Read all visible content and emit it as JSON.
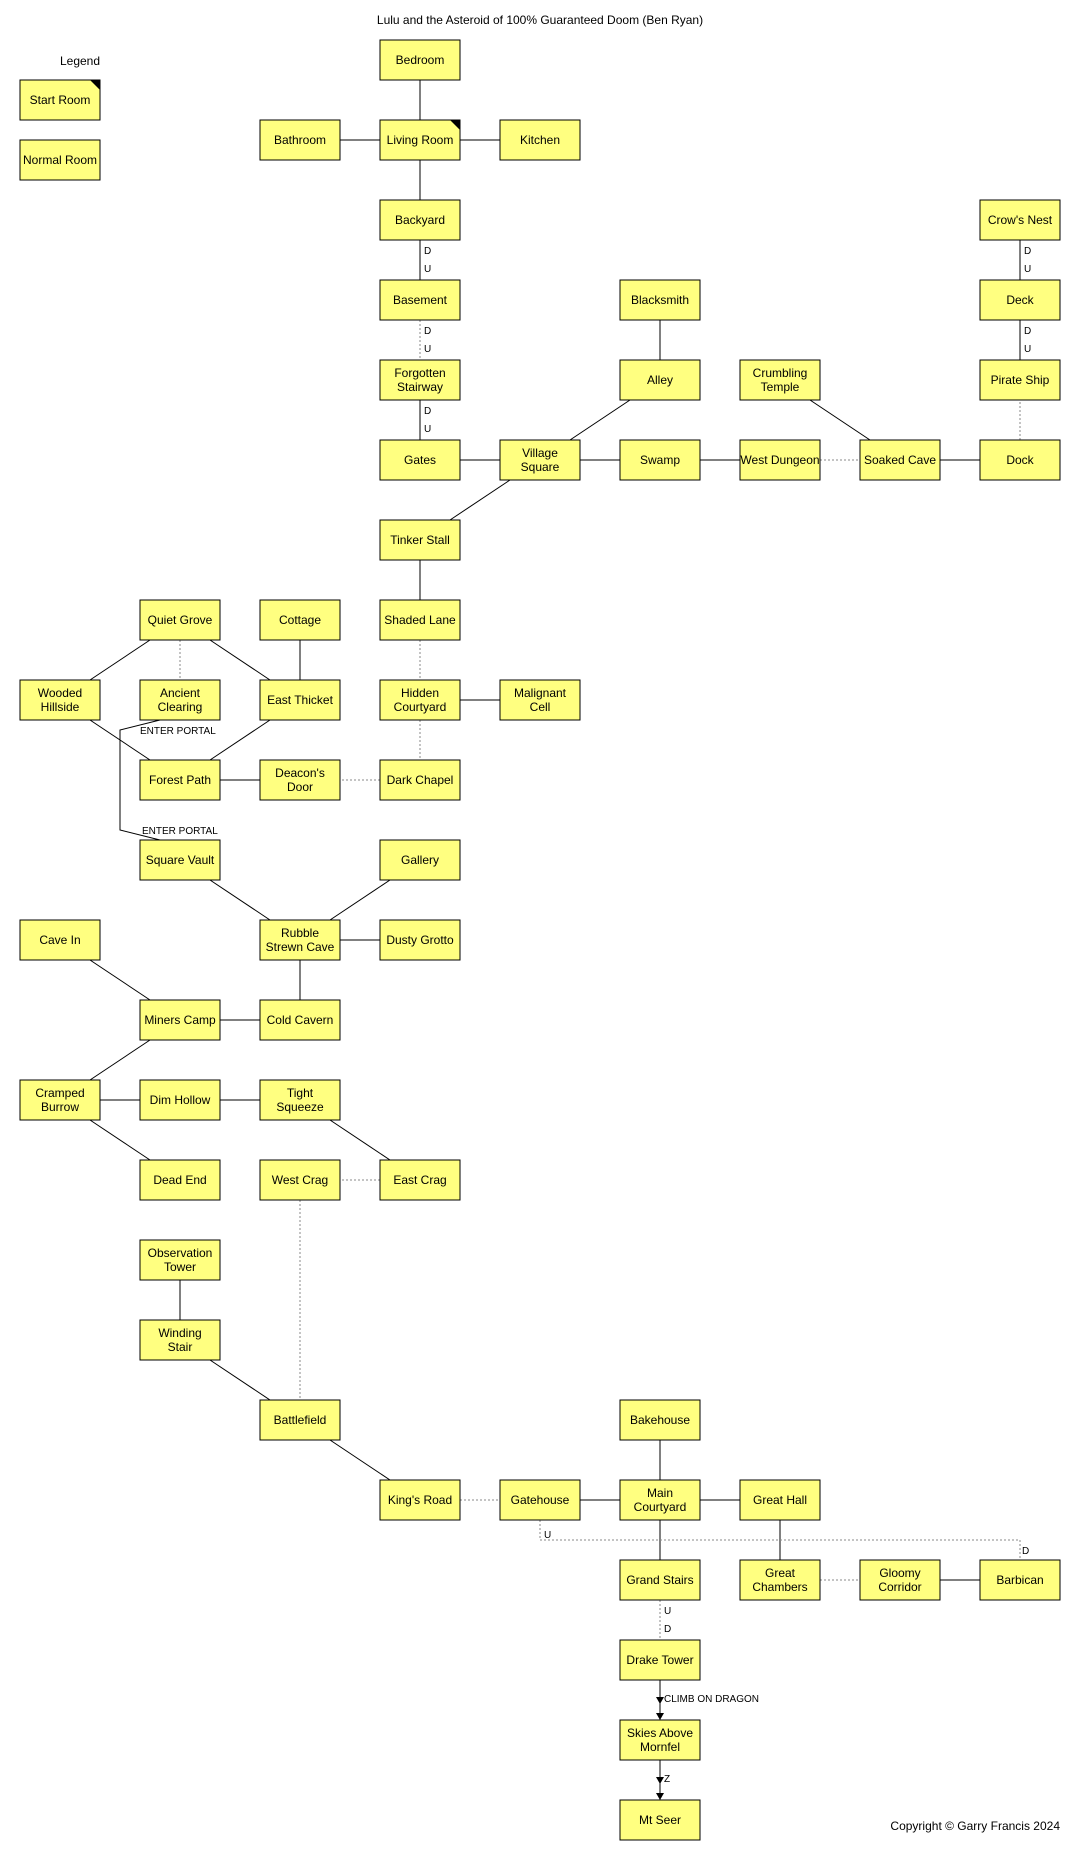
{
  "title": "Lulu and the Asteroid of 100% Guaranteed Doom (Ben Ryan)",
  "copyright": "Copyright © Garry Francis 2024",
  "legend": {
    "heading": "Legend",
    "items": [
      {
        "id": "legend-start",
        "label": "Start Room",
        "start": true
      },
      {
        "id": "legend-normal",
        "label": "Normal Room",
        "start": false
      }
    ]
  },
  "colors": {
    "room_fill": "#ffff80",
    "room_border": "#000000",
    "dotted_line": "#888888"
  },
  "rooms": [
    {
      "id": "bedroom",
      "name": "Bedroom"
    },
    {
      "id": "bathroom",
      "name": "Bathroom"
    },
    {
      "id": "living-room",
      "name": "Living Room",
      "start": true
    },
    {
      "id": "kitchen",
      "name": "Kitchen"
    },
    {
      "id": "backyard",
      "name": "Backyard"
    },
    {
      "id": "basement",
      "name": "Basement"
    },
    {
      "id": "forgotten-stairway",
      "name": "Forgotten Stairway"
    },
    {
      "id": "gates",
      "name": "Gates"
    },
    {
      "id": "village-square",
      "name": "Village Square"
    },
    {
      "id": "blacksmith",
      "name": "Blacksmith"
    },
    {
      "id": "alley",
      "name": "Alley"
    },
    {
      "id": "swamp",
      "name": "Swamp"
    },
    {
      "id": "crumbling-temple",
      "name": "Crumbling Temple"
    },
    {
      "id": "west-dungeon",
      "name": "West Dungeon"
    },
    {
      "id": "soaked-cave",
      "name": "Soaked Cave"
    },
    {
      "id": "crows-nest",
      "name": "Crow's Nest"
    },
    {
      "id": "deck",
      "name": "Deck"
    },
    {
      "id": "pirate-ship",
      "name": "Pirate Ship"
    },
    {
      "id": "dock",
      "name": "Dock"
    },
    {
      "id": "tinker-stall",
      "name": "Tinker Stall"
    },
    {
      "id": "shaded-lane",
      "name": "Shaded Lane"
    },
    {
      "id": "hidden-courtyard",
      "name": "Hidden Courtyard"
    },
    {
      "id": "malignant-cell",
      "name": "Malignant Cell"
    },
    {
      "id": "dark-chapel",
      "name": "Dark Chapel"
    },
    {
      "id": "quiet-grove",
      "name": "Quiet Grove"
    },
    {
      "id": "cottage",
      "name": "Cottage"
    },
    {
      "id": "wooded-hillside",
      "name": "Wooded Hillside"
    },
    {
      "id": "ancient-clearing",
      "name": "Ancient Clearing"
    },
    {
      "id": "east-thicket",
      "name": "East Thicket"
    },
    {
      "id": "forest-path",
      "name": "Forest Path"
    },
    {
      "id": "deacons-door",
      "name": "Deacon's Door"
    },
    {
      "id": "square-vault",
      "name": "Square Vault"
    },
    {
      "id": "gallery",
      "name": "Gallery"
    },
    {
      "id": "rubble-strewn-cave",
      "name": "Rubble Strewn Cave"
    },
    {
      "id": "dusty-grotto",
      "name": "Dusty Grotto"
    },
    {
      "id": "cave-in",
      "name": "Cave In"
    },
    {
      "id": "miners-camp",
      "name": "Miners Camp"
    },
    {
      "id": "cold-cavern",
      "name": "Cold Cavern"
    },
    {
      "id": "cramped-burrow",
      "name": "Cramped Burrow"
    },
    {
      "id": "dim-hollow",
      "name": "Dim Hollow"
    },
    {
      "id": "tight-squeeze",
      "name": "Tight Squeeze"
    },
    {
      "id": "dead-end",
      "name": "Dead End"
    },
    {
      "id": "west-crag",
      "name": "West Crag"
    },
    {
      "id": "east-crag",
      "name": "East Crag"
    },
    {
      "id": "observation-tower",
      "name": "Observation Tower"
    },
    {
      "id": "winding-stair",
      "name": "Winding Stair"
    },
    {
      "id": "battlefield",
      "name": "Battlefield"
    },
    {
      "id": "kings-road",
      "name": "King's Road"
    },
    {
      "id": "gatehouse",
      "name": "Gatehouse"
    },
    {
      "id": "bakehouse",
      "name": "Bakehouse"
    },
    {
      "id": "main-courtyard",
      "name": "Main Courtyard"
    },
    {
      "id": "great-hall",
      "name": "Great Hall"
    },
    {
      "id": "grand-stairs",
      "name": "Grand Stairs"
    },
    {
      "id": "great-chambers",
      "name": "Great Chambers"
    },
    {
      "id": "gloomy-corridor",
      "name": "Gloomy Corridor"
    },
    {
      "id": "barbican",
      "name": "Barbican"
    },
    {
      "id": "drake-tower",
      "name": "Drake Tower"
    },
    {
      "id": "skies-above-mornfel",
      "name": "Skies Above Mornfel"
    },
    {
      "id": "mt-seer",
      "name": "Mt Seer"
    }
  ],
  "connections": [
    {
      "from": "bedroom",
      "to": "living-room",
      "style": "solid"
    },
    {
      "from": "bathroom",
      "to": "living-room",
      "style": "solid"
    },
    {
      "from": "living-room",
      "to": "kitchen",
      "style": "solid"
    },
    {
      "from": "living-room",
      "to": "backyard",
      "style": "solid"
    },
    {
      "from": "backyard",
      "to": "basement",
      "style": "solid",
      "from_label": "D",
      "to_label": "U"
    },
    {
      "from": "basement",
      "to": "forgotten-stairway",
      "style": "dotted",
      "from_label": "D",
      "to_label": "U"
    },
    {
      "from": "forgotten-stairway",
      "to": "gates",
      "style": "solid",
      "from_label": "D",
      "to_label": "U"
    },
    {
      "from": "gates",
      "to": "village-square",
      "style": "solid"
    },
    {
      "from": "village-square",
      "to": "alley",
      "style": "solid"
    },
    {
      "from": "alley",
      "to": "blacksmith",
      "style": "solid"
    },
    {
      "from": "village-square",
      "to": "swamp",
      "style": "solid"
    },
    {
      "from": "swamp",
      "to": "west-dungeon",
      "style": "solid"
    },
    {
      "from": "west-dungeon",
      "to": "soaked-cave",
      "style": "dotted"
    },
    {
      "from": "crumbling-temple",
      "to": "soaked-cave",
      "style": "solid"
    },
    {
      "from": "soaked-cave",
      "to": "dock",
      "style": "solid"
    },
    {
      "from": "dock",
      "to": "pirate-ship",
      "style": "dotted"
    },
    {
      "from": "pirate-ship",
      "to": "deck",
      "style": "solid",
      "from_label": "U",
      "to_label": "D"
    },
    {
      "from": "deck",
      "to": "crows-nest",
      "style": "solid",
      "from_label": "U",
      "to_label": "D"
    },
    {
      "from": "village-square",
      "to": "tinker-stall",
      "style": "solid"
    },
    {
      "from": "tinker-stall",
      "to": "shaded-lane",
      "style": "solid"
    },
    {
      "from": "shaded-lane",
      "to": "hidden-courtyard",
      "style": "dotted"
    },
    {
      "from": "hidden-courtyard",
      "to": "malignant-cell",
      "style": "solid"
    },
    {
      "from": "hidden-courtyard",
      "to": "dark-chapel",
      "style": "dotted"
    },
    {
      "from": "dark-chapel",
      "to": "deacons-door",
      "style": "dotted"
    },
    {
      "from": "deacons-door",
      "to": "forest-path",
      "style": "solid"
    },
    {
      "from": "forest-path",
      "to": "east-thicket",
      "style": "solid"
    },
    {
      "from": "forest-path",
      "to": "wooded-hillside",
      "style": "solid"
    },
    {
      "from": "wooded-hillside",
      "to": "quiet-grove",
      "style": "solid"
    },
    {
      "from": "quiet-grove",
      "to": "east-thicket",
      "style": "solid"
    },
    {
      "from": "quiet-grove",
      "to": "ancient-clearing",
      "style": "dotted"
    },
    {
      "from": "east-thicket",
      "to": "cottage",
      "style": "solid"
    },
    {
      "from": "ancient-clearing",
      "to": "square-vault",
      "style": "portal",
      "labels": [
        "ENTER PORTAL",
        "ENTER PORTAL"
      ]
    },
    {
      "from": "square-vault",
      "to": "rubble-strewn-cave",
      "style": "solid"
    },
    {
      "from": "rubble-strewn-cave",
      "to": "gallery",
      "style": "solid"
    },
    {
      "from": "rubble-strewn-cave",
      "to": "dusty-grotto",
      "style": "solid"
    },
    {
      "from": "rubble-strewn-cave",
      "to": "cold-cavern",
      "style": "solid"
    },
    {
      "from": "cold-cavern",
      "to": "miners-camp",
      "style": "solid"
    },
    {
      "from": "miners-camp",
      "to": "cave-in",
      "style": "solid"
    },
    {
      "from": "miners-camp",
      "to": "cramped-burrow",
      "style": "solid"
    },
    {
      "from": "cramped-burrow",
      "to": "dim-hollow",
      "style": "solid"
    },
    {
      "from": "cramped-burrow",
      "to": "dead-end",
      "style": "solid"
    },
    {
      "from": "dim-hollow",
      "to": "tight-squeeze",
      "style": "solid"
    },
    {
      "from": "tight-squeeze",
      "to": "east-crag",
      "style": "solid"
    },
    {
      "from": "east-crag",
      "to": "west-crag",
      "style": "dotted"
    },
    {
      "from": "west-crag",
      "to": "battlefield",
      "style": "dotted"
    },
    {
      "from": "observation-tower",
      "to": "winding-stair",
      "style": "solid"
    },
    {
      "from": "winding-stair",
      "to": "battlefield",
      "style": "solid"
    },
    {
      "from": "battlefield",
      "to": "kings-road",
      "style": "solid"
    },
    {
      "from": "kings-road",
      "to": "gatehouse",
      "style": "dotted"
    },
    {
      "from": "gatehouse",
      "to": "main-courtyard",
      "style": "solid"
    },
    {
      "from": "main-courtyard",
      "to": "bakehouse",
      "style": "solid"
    },
    {
      "from": "main-courtyard",
      "to": "great-hall",
      "style": "solid"
    },
    {
      "from": "main-courtyard",
      "to": "grand-stairs",
      "style": "solid"
    },
    {
      "from": "great-hall",
      "to": "great-chambers",
      "style": "solid"
    },
    {
      "from": "great-chambers",
      "to": "gloomy-corridor",
      "style": "dotted"
    },
    {
      "from": "gloomy-corridor",
      "to": "barbican",
      "style": "solid"
    },
    {
      "from": "gatehouse",
      "to": "barbican",
      "style": "dotted",
      "from_label": "U",
      "to_label": "D"
    },
    {
      "from": "grand-stairs",
      "to": "drake-tower",
      "style": "dotted",
      "from_label": "U",
      "to_label": "D"
    },
    {
      "from": "drake-tower",
      "to": "skies-above-mornfel",
      "style": "arrow",
      "label": "CLIMB ON DRAGON"
    },
    {
      "from": "skies-above-mornfel",
      "to": "mt-seer",
      "style": "arrow",
      "label": "Z"
    }
  ]
}
